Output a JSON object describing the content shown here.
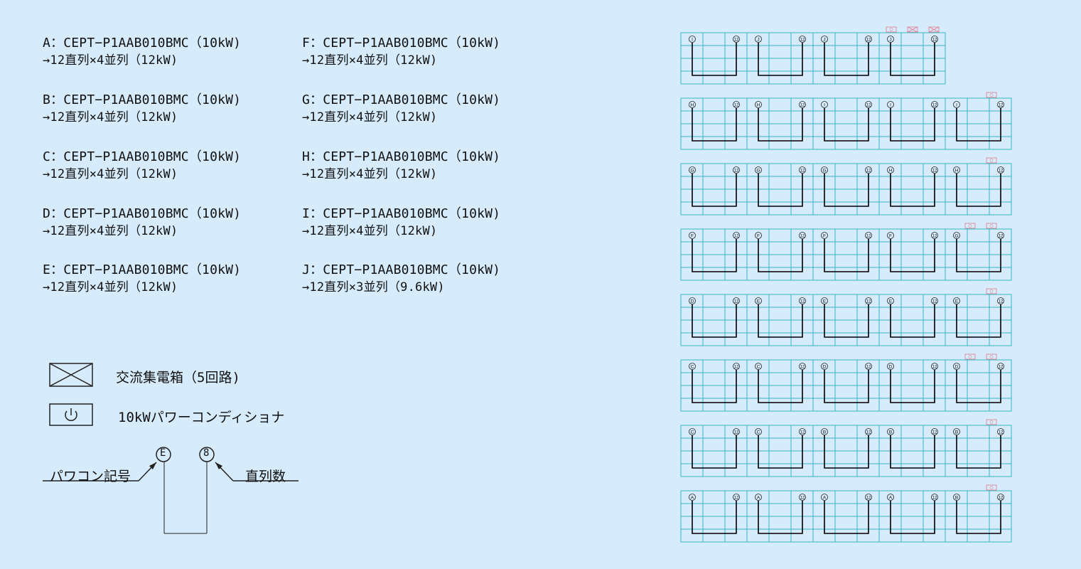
{
  "specs": [
    {
      "line1": "A：CEPT−P1AAB010BMC（10kW)",
      "line2": "→12直列×4並列（12kW)"
    },
    {
      "line1": "B：CEPT−P1AAB010BMC（10kW)",
      "line2": "→12直列×4並列（12kW)"
    },
    {
      "line1": "C：CEPT−P1AAB010BMC（10kW)",
      "line2": "→12直列×4並列（12kW)"
    },
    {
      "line1": "D：CEPT−P1AAB010BMC（10kW)",
      "line2": "→12直列×4並列（12kW)"
    },
    {
      "line1": "E：CEPT−P1AAB010BMC（10kW)",
      "line2": "→12直列×4並列（12kW)"
    },
    {
      "line1": "F：CEPT−P1AAB010BMC（10kW)",
      "line2": "→12直列×4並列（12kW)"
    },
    {
      "line1": "G：CEPT−P1AAB010BMC（10kW)",
      "line2": "→12直列×4並列（12kW)"
    },
    {
      "line1": "H：CEPT−P1AAB010BMC（10kW)",
      "line2": "→12直列×4並列（12kW)"
    },
    {
      "line1": "I：CEPT−P1AAB010BMC（10kW)",
      "line2": "→12直列×4並列（12kW)"
    },
    {
      "line1": "J：CEPT−P1AAB010BMC（10kW)",
      "line2": "→12直列×3並列（9.6kW)"
    }
  ],
  "legend": {
    "junction_box_label": "交流集電箱（5回路)",
    "pcs_label": "10kWパワーコンディショナ",
    "pcs_symbol_label": "パワコン記号",
    "series_count_label": "直列数",
    "example_pcs": "E",
    "example_count": "8"
  },
  "array": {
    "end_label": "⑫",
    "grid_color": "#38b4c8",
    "string_color": "#000000",
    "marker_color": "#e07a8c",
    "rows": [
      {
        "labels": [
          "I",
          "J",
          "J",
          "J"
        ]
      },
      {
        "labels": [
          "H",
          "H",
          "I",
          "I",
          "I"
        ]
      },
      {
        "labels": [
          "G",
          "G",
          "G",
          "H",
          "H"
        ]
      },
      {
        "labels": [
          "F",
          "F",
          "F",
          "F",
          "G"
        ]
      },
      {
        "labels": [
          "D",
          "E",
          "E",
          "E",
          "E"
        ]
      },
      {
        "labels": [
          "C",
          "C",
          "D",
          "D",
          "D"
        ]
      },
      {
        "labels": [
          "C",
          "C",
          "B",
          "B",
          "B"
        ]
      },
      {
        "labels": [
          "A",
          "A",
          "A",
          "A",
          "B"
        ]
      }
    ]
  }
}
